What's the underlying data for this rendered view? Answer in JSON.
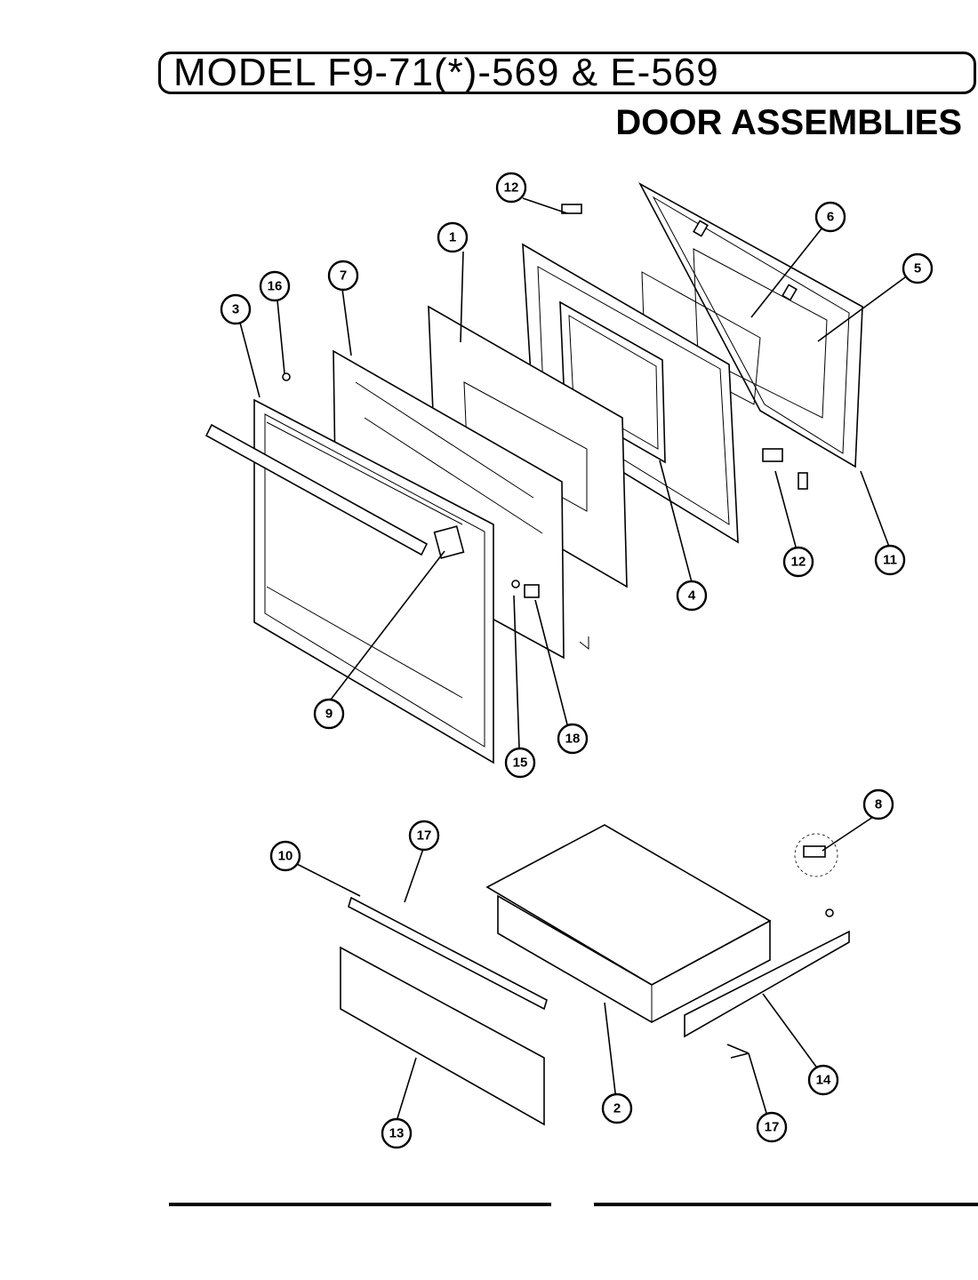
{
  "header": {
    "title": "MODEL F9-71(*)-569 & E-569",
    "subtitle": "DOOR ASSEMBLIES"
  },
  "callouts": {
    "c1": "1",
    "c2": "2",
    "c3": "3",
    "c4": "4",
    "c5": "5",
    "c6": "6",
    "c7": "7",
    "c8": "8",
    "c9": "9",
    "c10": "10",
    "c11": "11",
    "c12a": "12",
    "c12b": "12",
    "c13": "13",
    "c14": "14",
    "c15": "15",
    "c16": "16",
    "c17a": "17",
    "c17b": "17",
    "c18": "18"
  }
}
